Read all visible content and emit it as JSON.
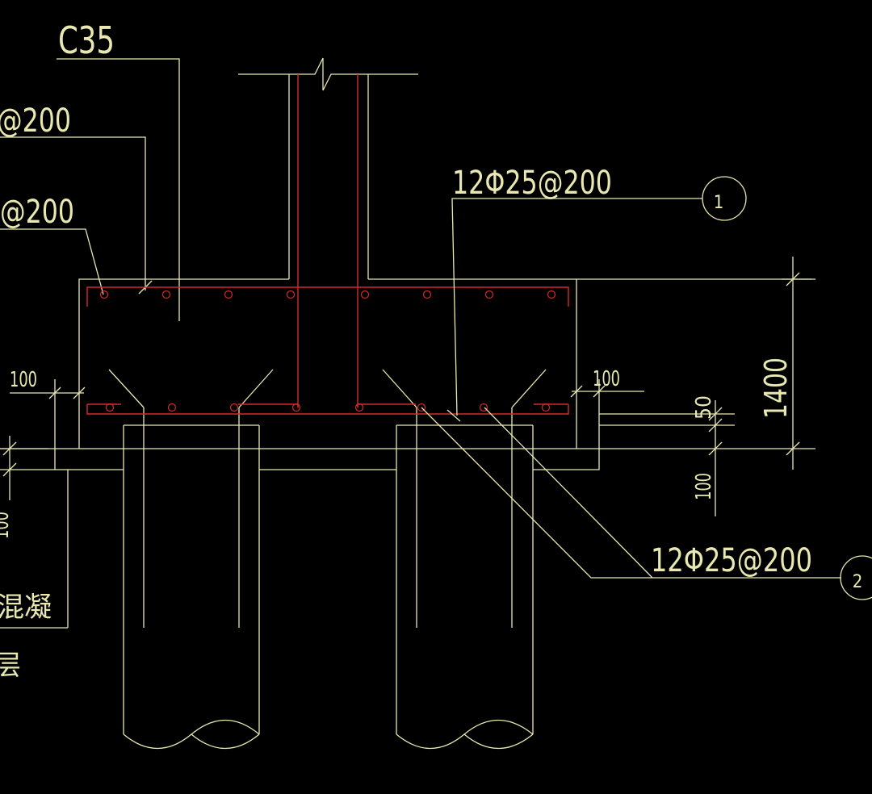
{
  "drawing": {
    "colors": {
      "background": "#000000",
      "outline": "#e8e8b0",
      "rebar": "#d42a2a"
    },
    "labels": {
      "concrete_grade": "C35",
      "left_top_rebar": "@200",
      "left_second_rebar": "@200",
      "top_rebar_callout": "12Φ25@200",
      "bottom_rebar_callout": "12Φ25@200",
      "cn_text_1": "混凝",
      "cn_text_2": "层"
    },
    "markers": {
      "marker_1": "1",
      "marker_2": "2"
    },
    "dimensions": {
      "left_cover": "100",
      "right_cover": "100",
      "cap_height": "1400",
      "embed_50": "50",
      "cushion_100": "100",
      "left_partial": "100"
    }
  }
}
